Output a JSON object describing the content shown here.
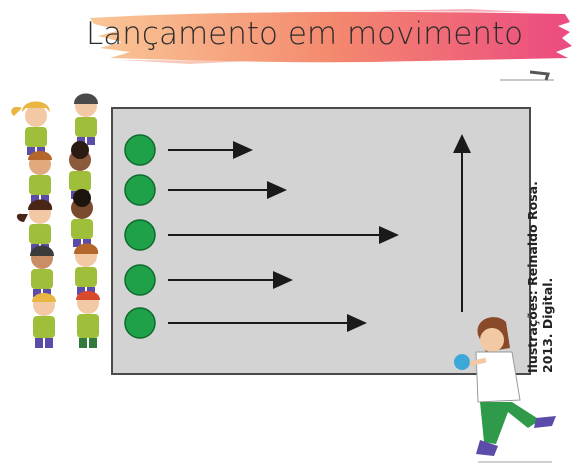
{
  "title": "Lançamento em movimento",
  "credit": {
    "line1": "Ilustrações: Reinaldo Rosa.",
    "line2": "2013. Digital."
  },
  "colors": {
    "title_brush_start": "#f6b57a",
    "title_brush_end": "#ef4f7c",
    "field_fill": "#d3d3d3",
    "field_border": "#4a4a4a",
    "ball": "#1fa14a",
    "arrow": "#1a1a1a",
    "uniform_shirt": "#9fbf3b"
  },
  "scene": {
    "ball_rows": 5,
    "arrows": 6,
    "children": 10,
    "teacher": 1
  }
}
